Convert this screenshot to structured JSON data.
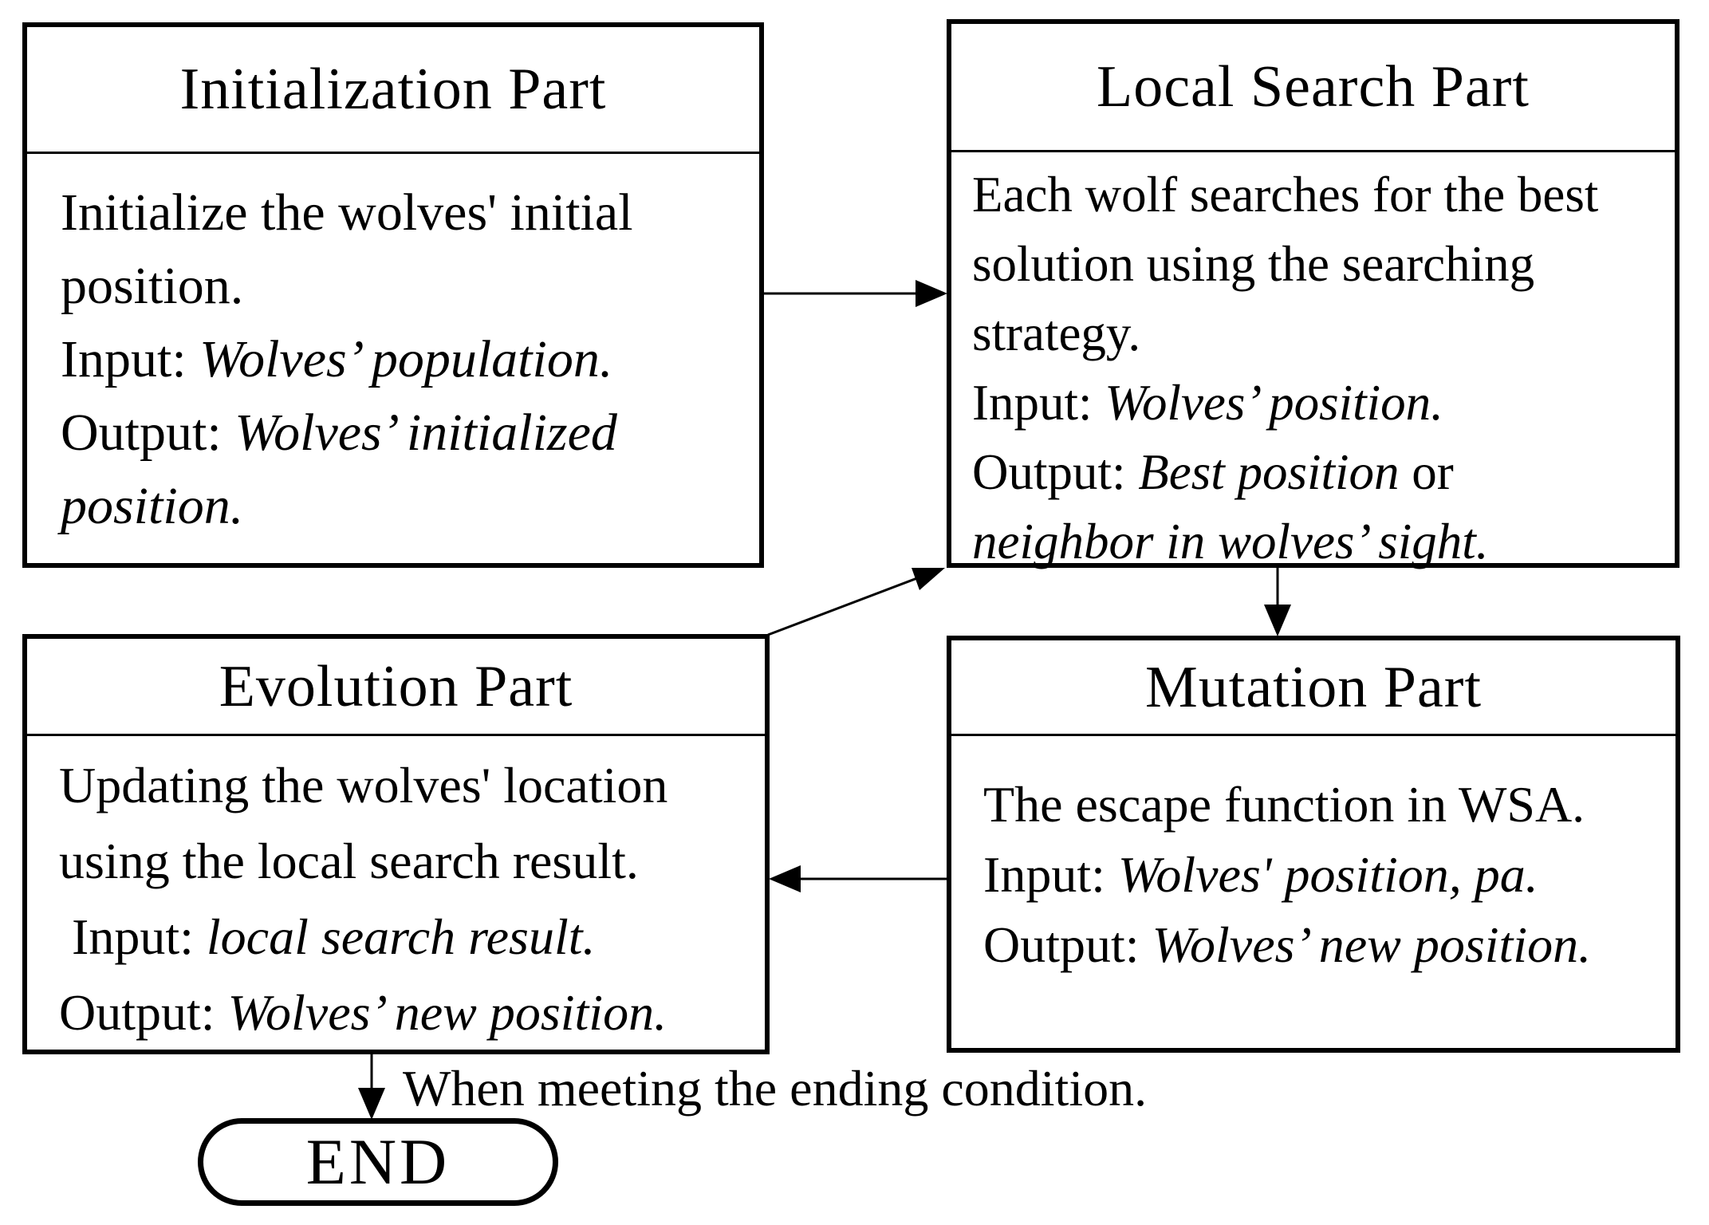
{
  "diagram": {
    "colors": {
      "stroke": "#000000",
      "background": "#ffffff",
      "text": "#000000"
    },
    "boxes": [
      {
        "id": "initialization",
        "title": "Initialization Part",
        "lines": [
          [
            {
              "t": "Initialize the wolves' initial"
            }
          ],
          [
            {
              "t": "position."
            }
          ],
          [
            {
              "t": "Input: "
            },
            {
              "t": "Wolves’ population.",
              "i": true
            }
          ],
          [
            {
              "t": "Output: "
            },
            {
              "t": "Wolves’ initialized",
              "i": true
            }
          ],
          [
            {
              "t": "position.",
              "i": true
            }
          ]
        ]
      },
      {
        "id": "local-search",
        "title": "Local Search Part",
        "lines": [
          [
            {
              "t": "Each wolf searches for the best"
            }
          ],
          [
            {
              "t": "solution using the searching"
            }
          ],
          [
            {
              "t": "strategy."
            }
          ],
          [
            {
              "t": "Input: "
            },
            {
              "t": "Wolves’ position.",
              "i": true
            }
          ],
          [
            {
              "t": "Output: "
            },
            {
              "t": "Best position",
              "i": true
            },
            {
              "t": " or"
            }
          ],
          [
            {
              "t": "neighbor in wolves’ sight.",
              "i": true
            }
          ]
        ]
      },
      {
        "id": "evolution",
        "title": "Evolution Part",
        "lines": [
          [
            {
              "t": "Updating the wolves' location"
            }
          ],
          [
            {
              "t": "using the local search result."
            }
          ],
          [
            {
              "t": " Input: "
            },
            {
              "t": "local search result.",
              "i": true
            }
          ],
          [
            {
              "t": "Output: "
            },
            {
              "t": "Wolves’ new position.",
              "i": true
            }
          ]
        ]
      },
      {
        "id": "mutation",
        "title": "Mutation Part",
        "lines": [
          [
            {
              "t": "The escape function in WSA."
            }
          ],
          [
            {
              "t": "Input: "
            },
            {
              "t": "Wolves' position, pa.",
              "i": true
            }
          ],
          [
            {
              "t": "Output: "
            },
            {
              "t": "Wolves’ new position.",
              "i": true
            }
          ]
        ]
      }
    ],
    "terminator": {
      "label": "END"
    },
    "condition_label": "When meeting the ending condition.",
    "connections": [
      {
        "from": "initialization",
        "to": "local-search"
      },
      {
        "from": "local-search",
        "to": "mutation"
      },
      {
        "from": "mutation",
        "to": "evolution"
      },
      {
        "from": "evolution",
        "to": "local-search"
      },
      {
        "from": "evolution",
        "to": "end",
        "label": "When meeting the ending condition."
      }
    ]
  }
}
